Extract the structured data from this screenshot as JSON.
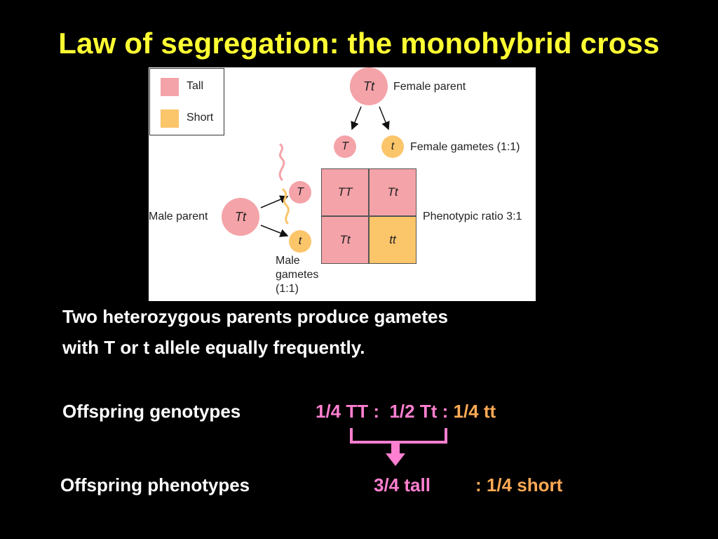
{
  "title": "Law of segregation: the monohybrid cross",
  "colors": {
    "tall": "#f4a3a8",
    "short": "#fbc56a",
    "title": "#ffff33",
    "pink": "#ff7fd0",
    "orange": "#ffaa55"
  },
  "diagram": {
    "legend": {
      "tall": "Tall",
      "short": "Short"
    },
    "female_parent": {
      "genotype": "Tt",
      "label": "Female parent"
    },
    "female_gametes": {
      "a": "T",
      "b": "t",
      "label": "Female gametes (1:1)"
    },
    "male_parent": {
      "genotype": "Tt",
      "label": "Male parent"
    },
    "male_gametes": {
      "a": "T",
      "b": "t",
      "label_1": "Male",
      "label_2": "gametes",
      "label_3": "(1:1)"
    },
    "punnett": {
      "c11": "TT",
      "c12": "Tt",
      "c21": "Tt",
      "c22": "tt"
    },
    "phenotypic_ratio": "Phenotypic ratio 3:1"
  },
  "text": {
    "line1": "Two heterozygous parents produce gametes",
    "line2": "with T or t allele equally frequently.",
    "genotypes_label": "Offspring genotypes",
    "genotypes_tall": "1/4 TT :  1/2 Tt : ",
    "genotypes_short": "1/4 tt",
    "phenotypes_label": "Offspring phenotypes",
    "phenotypes_tall": "3/4 tall",
    "phenotypes_short": ": 1/4 short"
  }
}
